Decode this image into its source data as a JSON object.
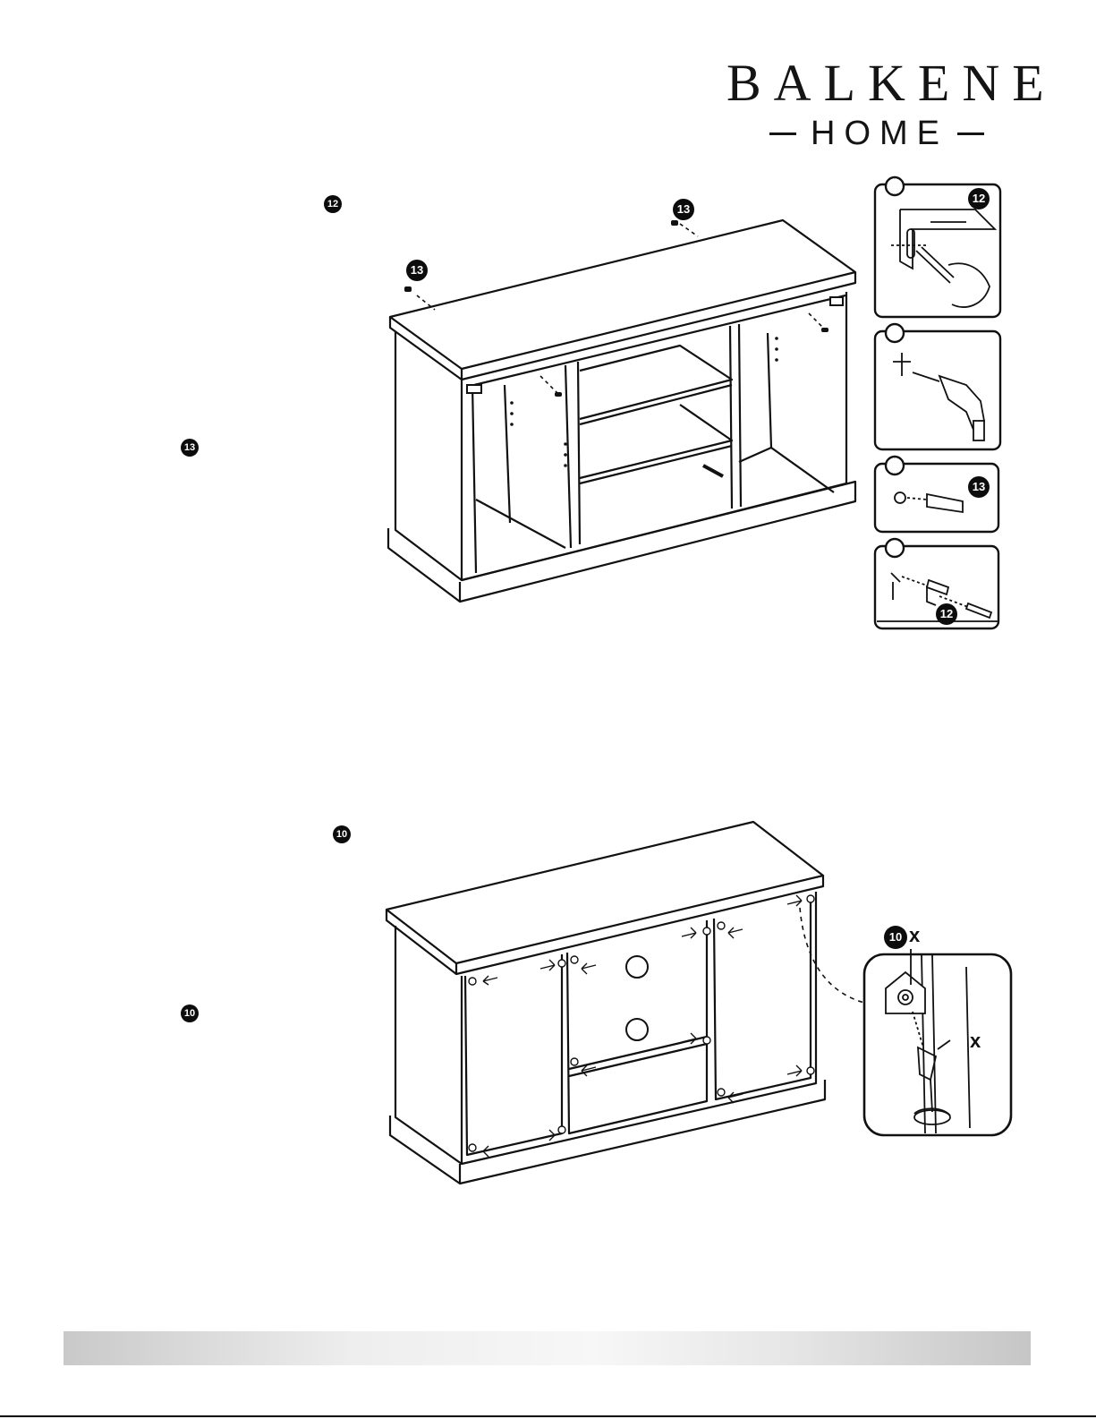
{
  "brand": {
    "name": "BALKENE",
    "sub": "HOME"
  },
  "parts": {
    "p10": "10",
    "p12": "12",
    "p13": "13"
  },
  "detail": {
    "multiplier": "x",
    "side_x": "x"
  }
}
